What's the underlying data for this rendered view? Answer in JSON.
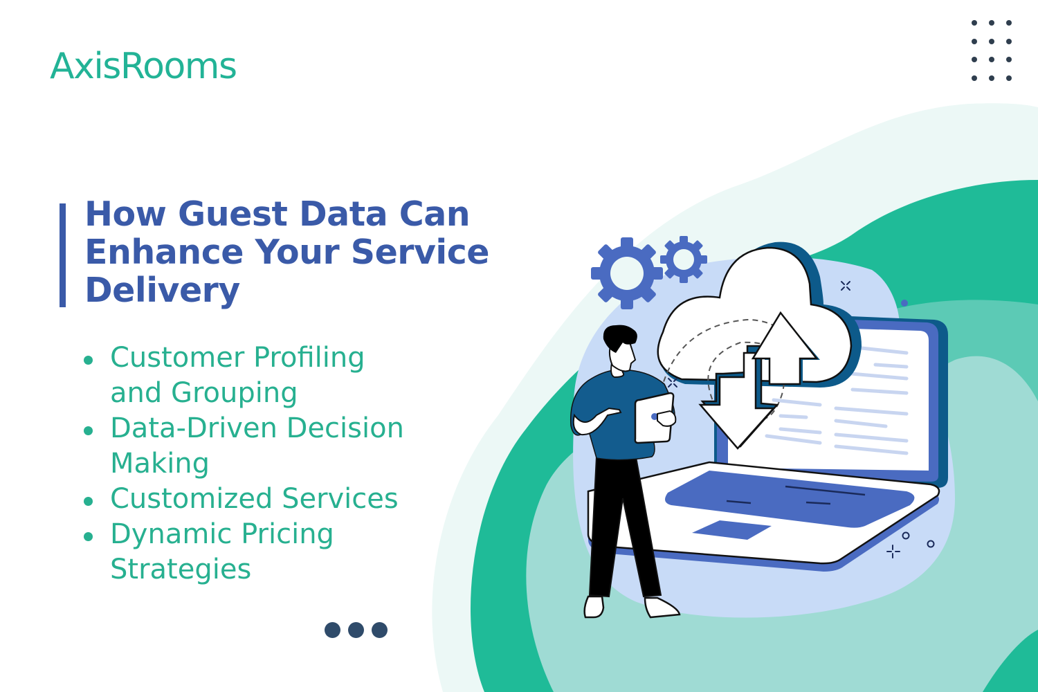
{
  "brand": {
    "logo_text": "AxisRooms",
    "accent": "#22b396"
  },
  "title": {
    "lines": [
      "How Guest Data Can",
      "Enhance Your Service",
      "Delivery"
    ],
    "color": "#3a5aa8"
  },
  "bullets": [
    {
      "lines": [
        "Customer Profiling",
        "and Grouping"
      ]
    },
    {
      "lines": [
        "Data-Driven Decision",
        "Making"
      ]
    },
    {
      "lines": [
        "Customized Services"
      ]
    },
    {
      "lines": [
        "Dynamic Pricing",
        "Strategies"
      ]
    }
  ],
  "decorations": {
    "dot_grid": {
      "rows": 4,
      "cols": 3,
      "color": "#2f3e4e"
    },
    "more_indicator": {
      "count": 3,
      "color": "#2f4b6a"
    }
  },
  "illustration": {
    "subject": "person with tablet next to laptop and cloud with upload/download arrows and gears",
    "colors": {
      "teal": "#1fbb98",
      "light_teal": "#9fdbd4",
      "pale": "#ecf8f6",
      "light_blue": "#c8dbf7",
      "blue": "#4a6bc1",
      "navy": "#0d5a8a"
    }
  }
}
